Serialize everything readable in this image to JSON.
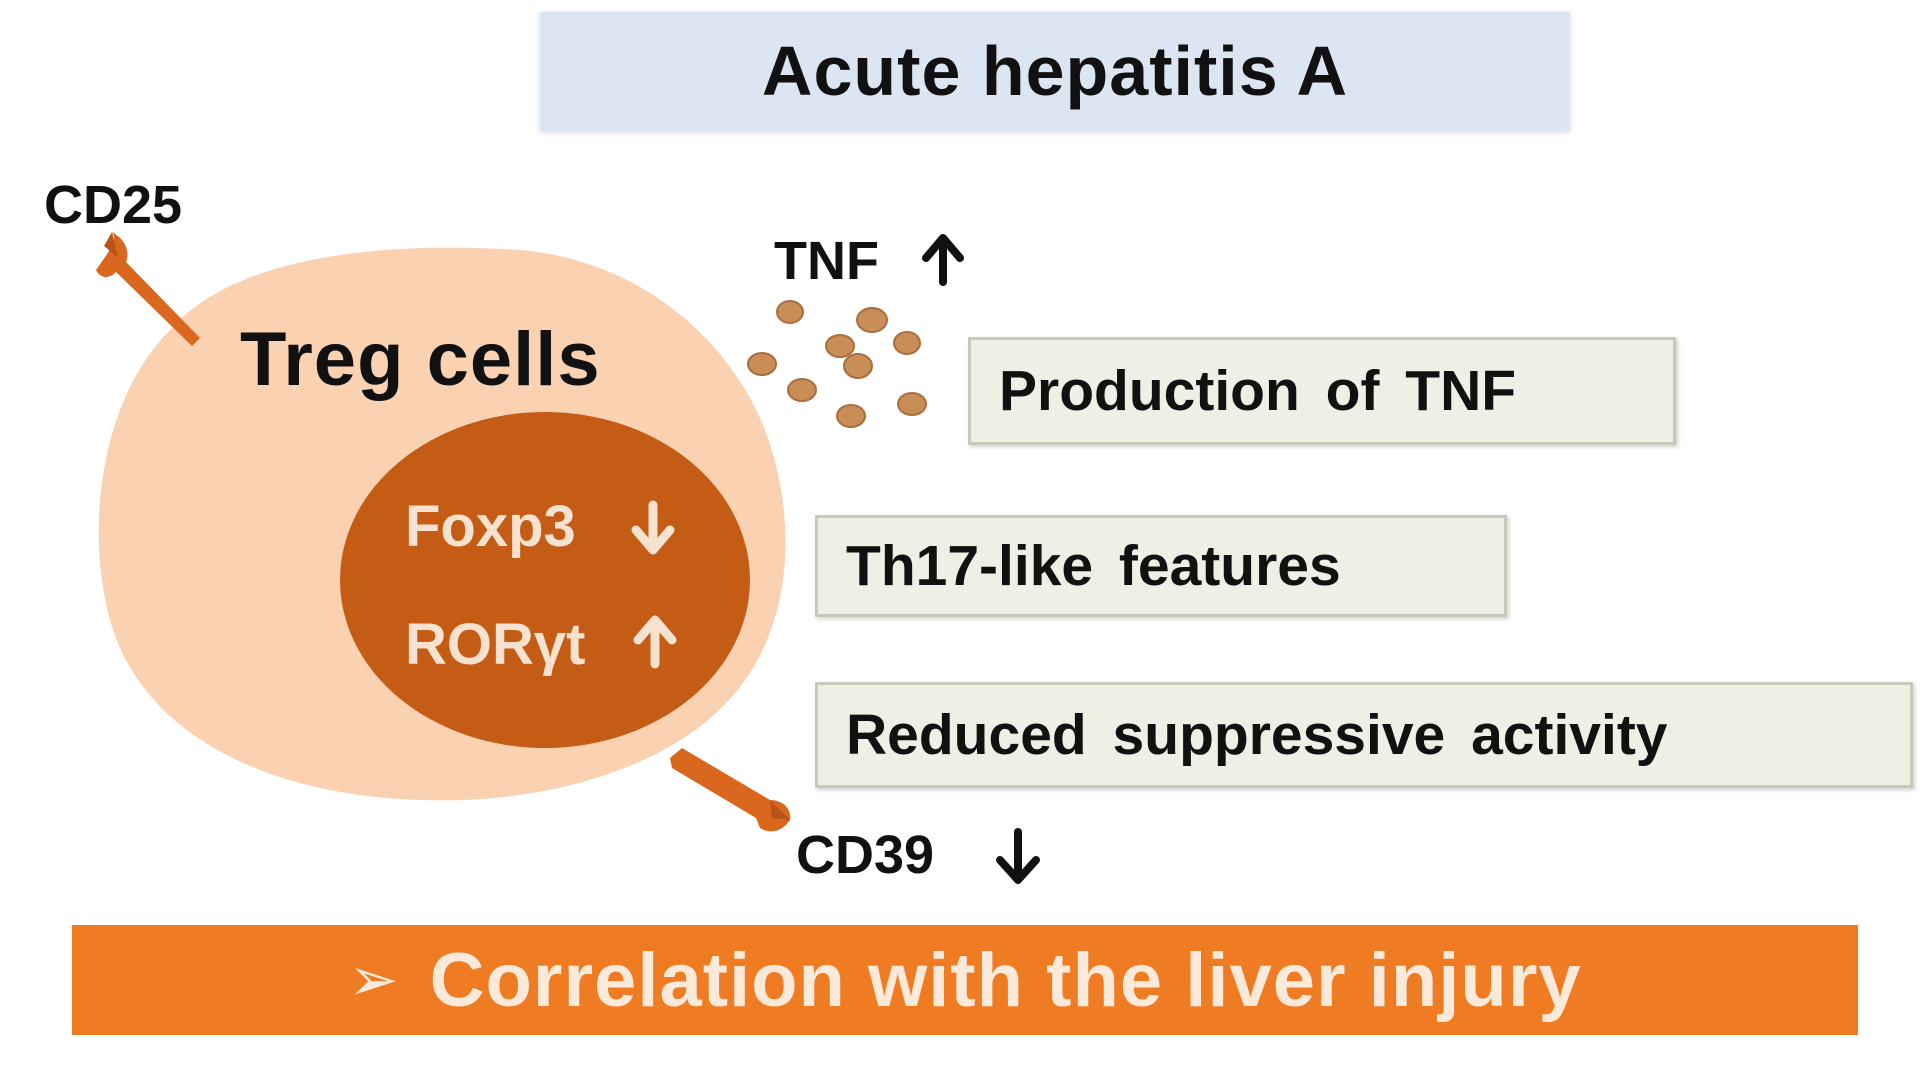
{
  "title": "Acute hepatitis A",
  "cell": {
    "label": "Treg cells",
    "nucleus_markers": [
      {
        "name": "Foxp3",
        "direction": "down"
      },
      {
        "name": "RORγt",
        "direction": "up"
      }
    ],
    "surface_markers": [
      {
        "name": "CD25",
        "direction": ""
      },
      {
        "name": "CD39",
        "direction": "down"
      }
    ]
  },
  "cytokine": {
    "name": "TNF",
    "direction": "up"
  },
  "features": [
    "Production of TNF",
    "Th17-like features",
    "Reduced suppressive activity"
  ],
  "conclusion": {
    "bullet": "➢",
    "text": "Correlation with the liver injury"
  },
  "colors": {
    "cell_body": "#fad2b2",
    "nucleus": "#c45c16",
    "receptor": "#d9681e",
    "particles": "#c98d57",
    "banner_blue": "#dbe6f2",
    "banner_orange": "#ef7b22",
    "feature_box": "#efefe5"
  }
}
